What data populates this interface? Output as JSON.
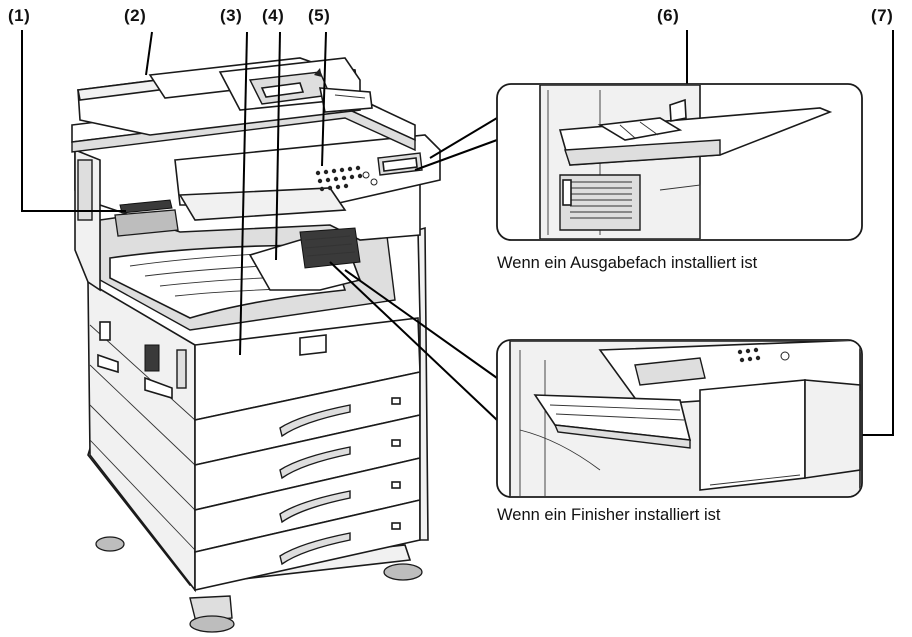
{
  "labels": {
    "l1": "(1)",
    "l2": "(2)",
    "l3": "(3)",
    "l4": "(4)",
    "l5": "(5)",
    "l6": "(6)",
    "l7": "(7)"
  },
  "captions": {
    "output_tray": "Wenn ein Ausgabefach installiert ist",
    "finisher": "Wenn ein Finisher installiert ist"
  }
}
